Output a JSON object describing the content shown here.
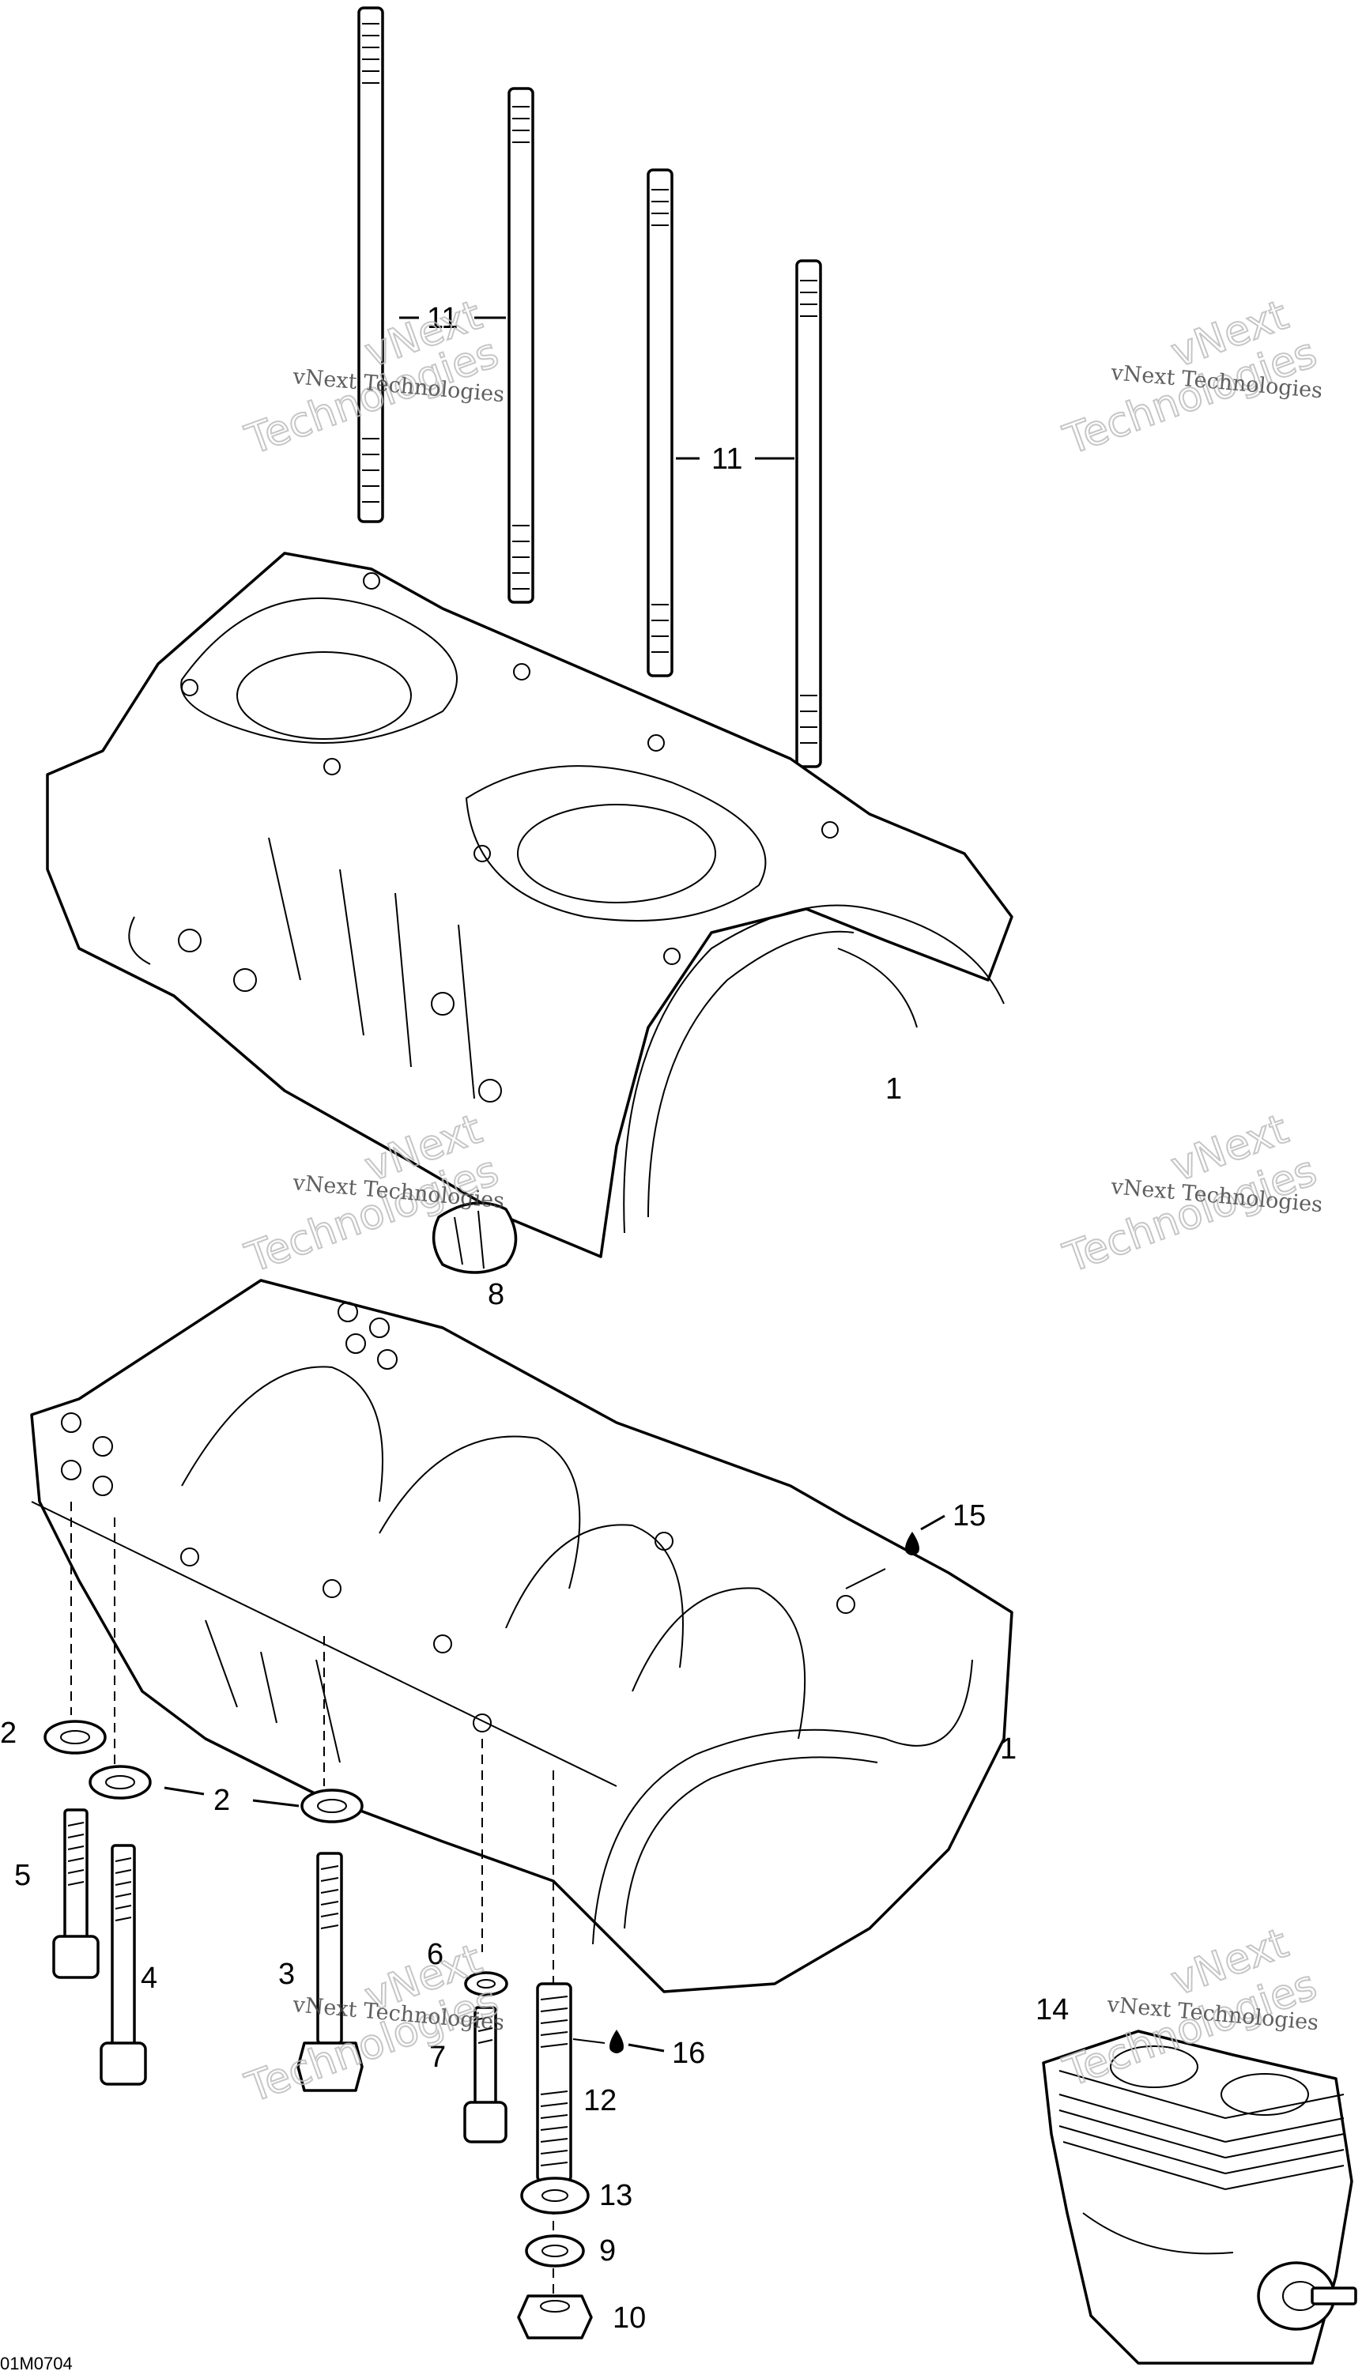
{
  "callouts": {
    "c1_upper": "1",
    "c1_lower": "1",
    "c2_left": "2",
    "c2_mid": "2",
    "c3": "3",
    "c4": "4",
    "c5": "5",
    "c6": "6",
    "c7": "7",
    "c8": "8",
    "c9": "9",
    "c10": "10",
    "c11_left": "11",
    "c11_right": "11",
    "c12": "12",
    "c13": "13",
    "c14": "14",
    "c15": "15",
    "c16": "16"
  },
  "watermark": {
    "line1": "vNext",
    "line2": "Technologies",
    "small": "vNext Technologies"
  },
  "figure_id": "01M0704"
}
